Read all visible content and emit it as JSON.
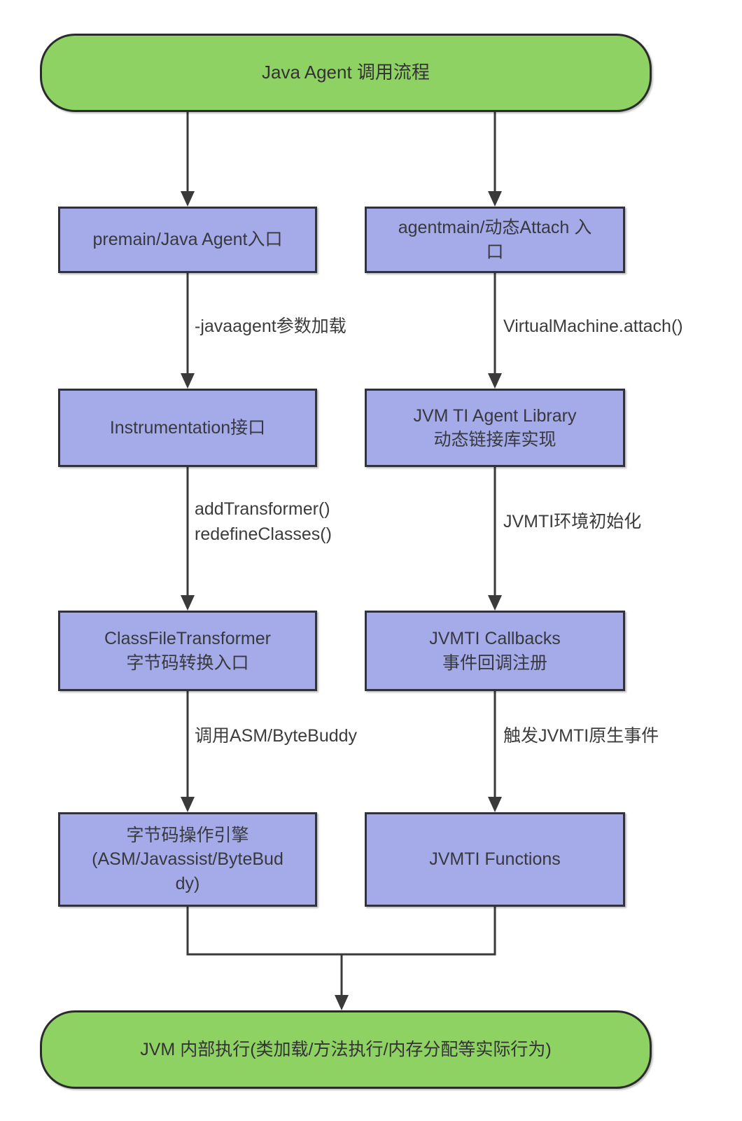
{
  "diagram": {
    "title": {
      "text": "Java Agent 调用流程"
    },
    "footer": {
      "text": "JVM 内部执行(类加载/方法执行/内存分配等实际行为)"
    },
    "colors": {
      "terminal_fill": "#8ed264",
      "terminal_border": "#2b2b2b",
      "node_fill": "#a5abe8",
      "node_border": "#32323e",
      "connector": "#3a3a3a",
      "text": "#38383f"
    },
    "columns": {
      "left": {
        "nodes": [
          {
            "text": "premain/Java Agent入口"
          },
          {
            "text": "Instrumentation接口"
          },
          {
            "text": "ClassFileTransformer\n字节码转换入口"
          },
          {
            "text": "字节码操作引擎\n(ASM/Javassist/ByteBud\ndy)"
          }
        ],
        "edges": [
          {
            "label": "-javaagent参数加载"
          },
          {
            "label": "addTransformer()\nredefineClasses()"
          },
          {
            "label": "调用ASM/ByteBuddy"
          }
        ]
      },
      "right": {
        "nodes": [
          {
            "text": "agentmain/动态Attach 入\n口"
          },
          {
            "text": "JVM TI Agent Library\n动态链接库实现"
          },
          {
            "text": "JVMTI Callbacks\n事件回调注册"
          },
          {
            "text": "JVMTI Functions"
          }
        ],
        "edges": [
          {
            "label": "VirtualMachine.attach()"
          },
          {
            "label": "JVMTI环境初始化"
          },
          {
            "label": "触发JVMTI原生事件"
          }
        ]
      }
    }
  }
}
